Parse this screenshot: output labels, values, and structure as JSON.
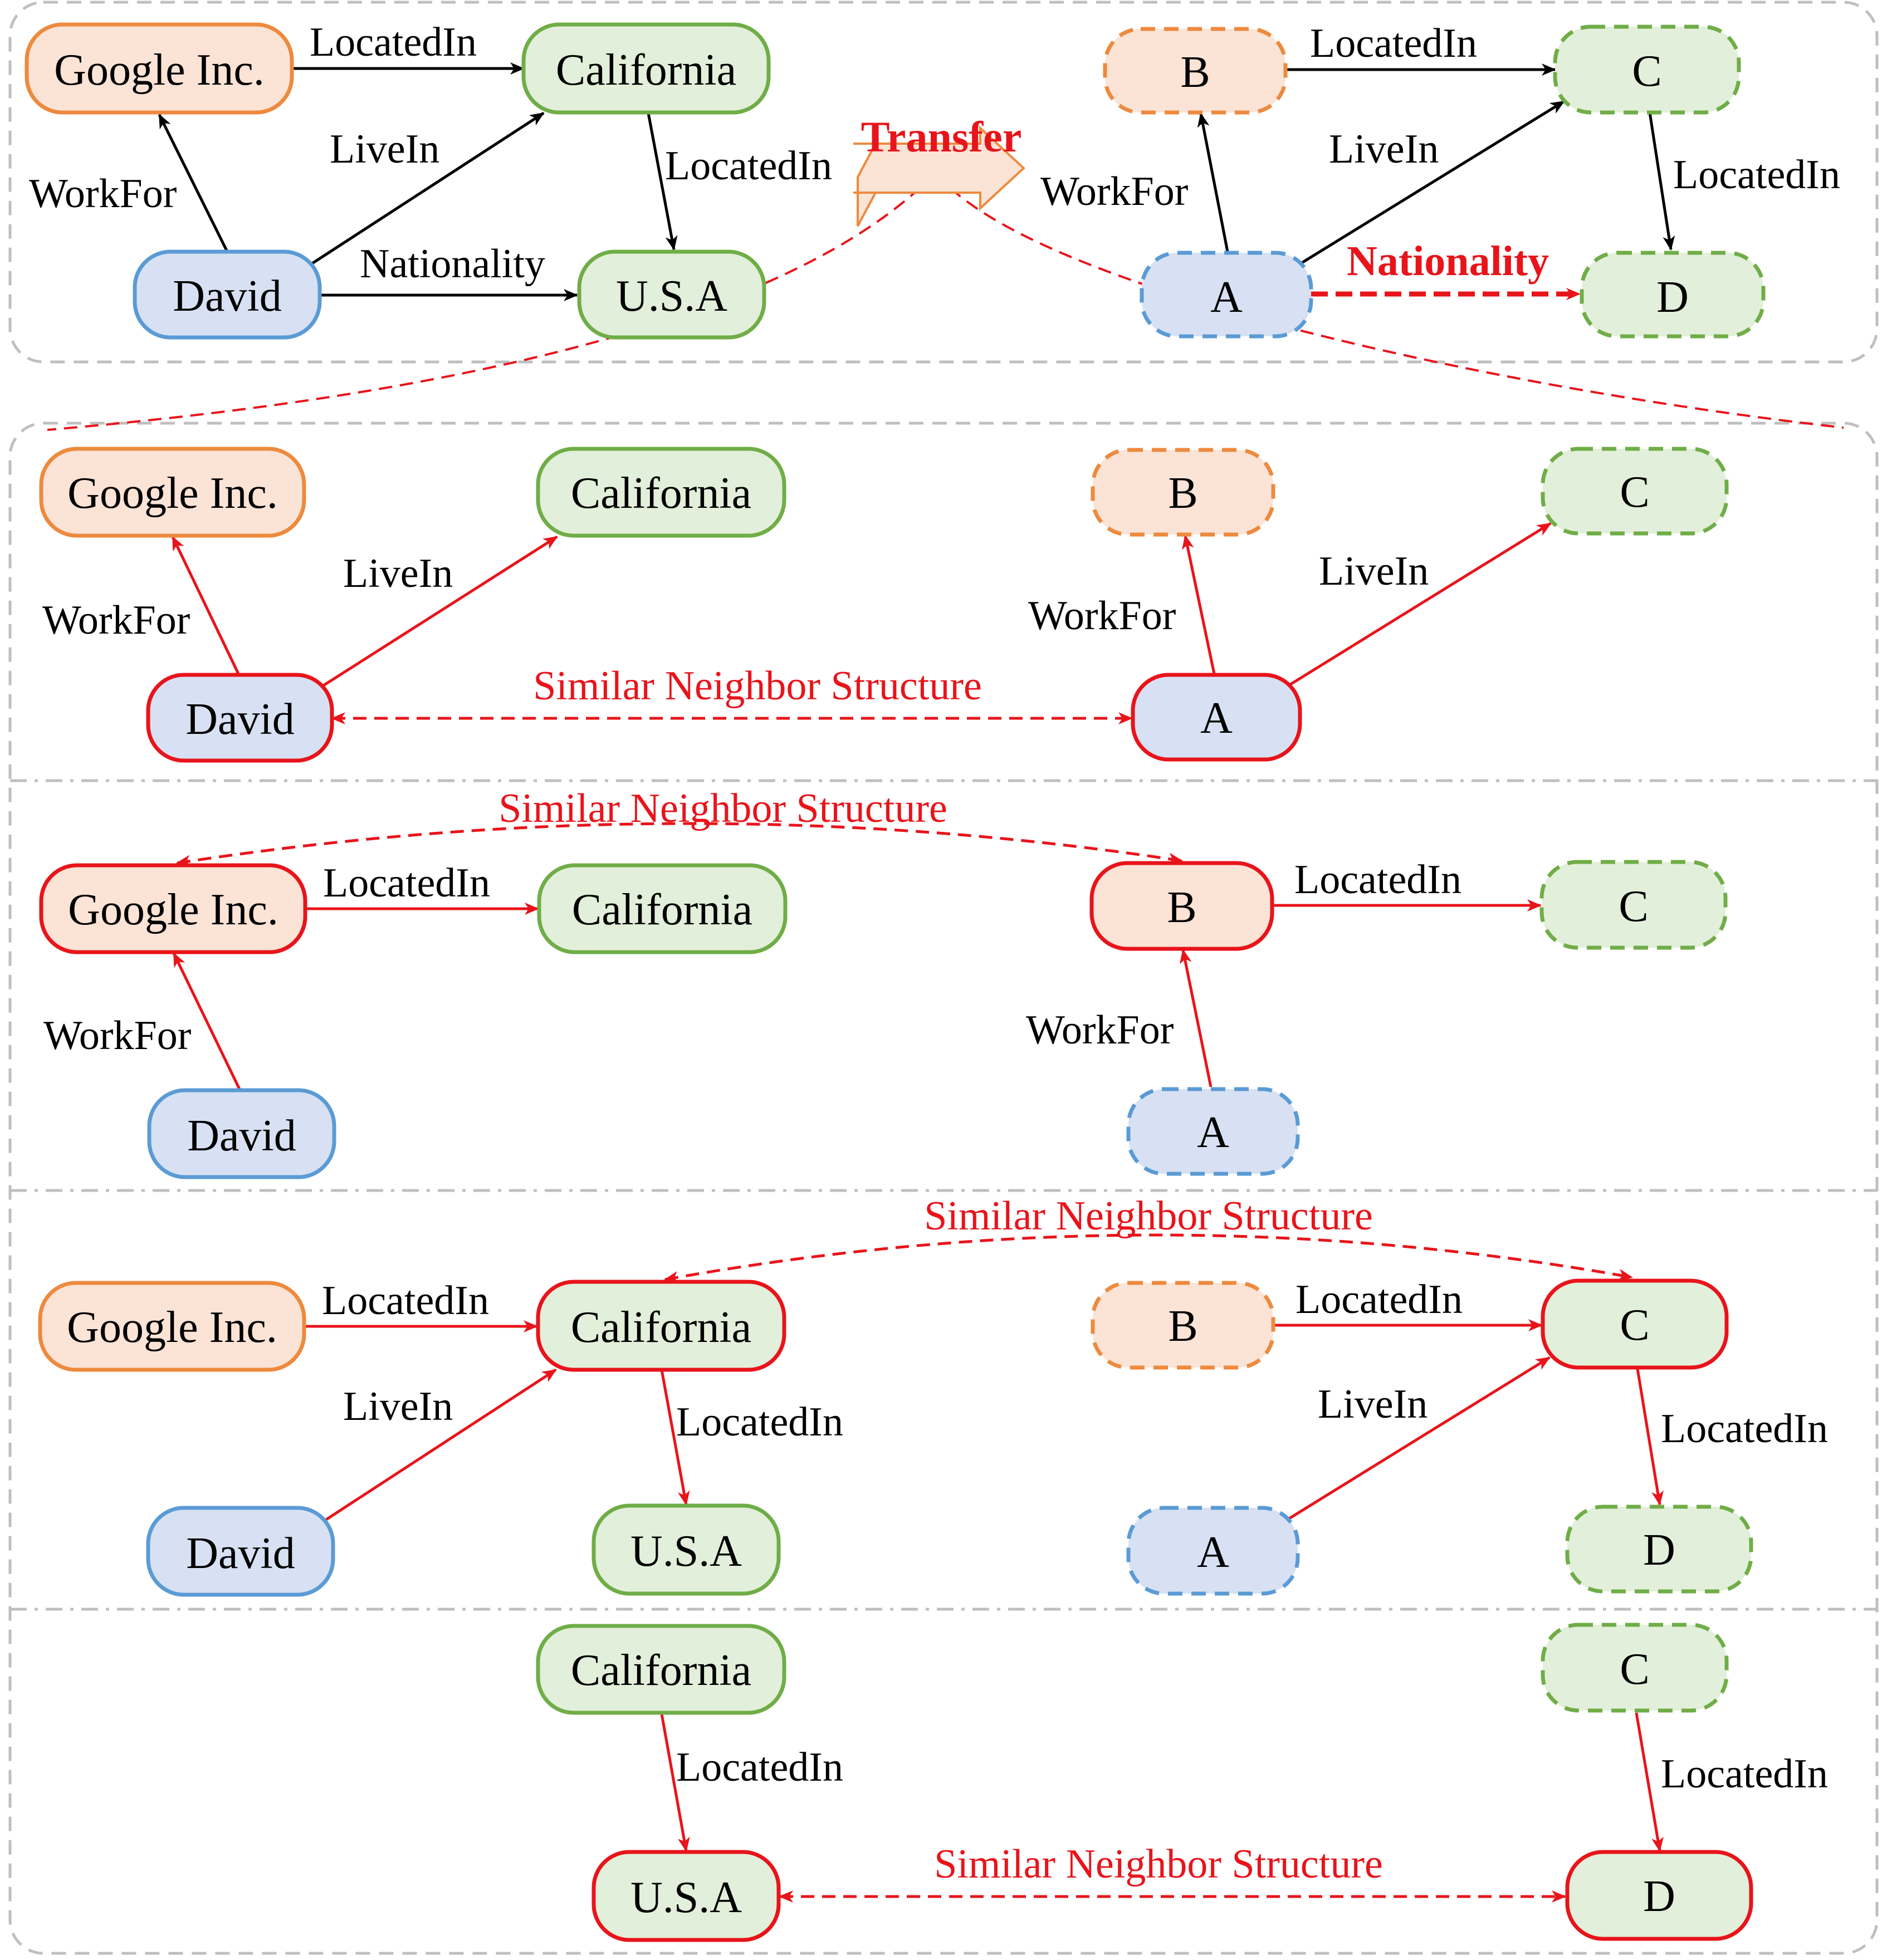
{
  "colors": {
    "org_fill": "#fbe3d6",
    "org_stroke": "#ed8a3e",
    "person_fill": "#d7e1f3",
    "person_stroke": "#5b9bd5",
    "place_fill": "#e2efda",
    "place_stroke": "#70ad47",
    "highlight": "#e8141b",
    "edge": "#000000",
    "frame": "#bfbfbf"
  },
  "top": {
    "transfer_label": "Transfer",
    "transfer_icon": "block-arrow-icon",
    "known": {
      "nodes": {
        "google": "Google Inc.",
        "california": "California",
        "david": "David",
        "usa": "U.S.A"
      },
      "edges": {
        "google_california": "LocatedIn",
        "david_google": "WorkFor",
        "david_california": "LiveIn",
        "california_usa": "LocatedIn",
        "david_usa": "Nationality"
      }
    },
    "target": {
      "nodes": {
        "b": "B",
        "c": "C",
        "a": "A",
        "d": "D"
      },
      "edges": {
        "b_c": "LocatedIn",
        "a_b": "WorkFor",
        "a_c": "LiveIn",
        "c_d": "LocatedIn",
        "a_d": "Nationality"
      }
    }
  },
  "panels": [
    {
      "similar_label": "Similar Neighbor Structure",
      "left": {
        "google": "Google Inc.",
        "california": "California",
        "david": "David",
        "workfor": "WorkFor",
        "livein": "LiveIn"
      },
      "right": {
        "b": "B",
        "c": "C",
        "a": "A",
        "workfor": "WorkFor",
        "livein": "LiveIn"
      }
    },
    {
      "similar_label": "Similar Neighbor Structure",
      "left": {
        "google": "Google Inc.",
        "california": "California",
        "david": "David",
        "locatedin": "LocatedIn",
        "workfor": "WorkFor"
      },
      "right": {
        "b": "B",
        "c": "C",
        "a": "A",
        "locatedin": "LocatedIn",
        "workfor": "WorkFor"
      }
    },
    {
      "similar_label": "Similar Neighbor Structure",
      "left": {
        "google": "Google Inc.",
        "california": "California",
        "david": "David",
        "usa": "U.S.A",
        "locatedin_gc": "LocatedIn",
        "livein": "LiveIn",
        "locatedin_cu": "LocatedIn"
      },
      "right": {
        "b": "B",
        "c": "C",
        "a": "A",
        "d": "D",
        "locatedin_bc": "LocatedIn",
        "livein": "LiveIn",
        "locatedin_cd": "LocatedIn"
      }
    },
    {
      "similar_label": "Similar Neighbor Structure",
      "left": {
        "california": "California",
        "usa": "U.S.A",
        "locatedin": "LocatedIn"
      },
      "right": {
        "c": "C",
        "d": "D",
        "locatedin": "LocatedIn"
      }
    }
  ]
}
